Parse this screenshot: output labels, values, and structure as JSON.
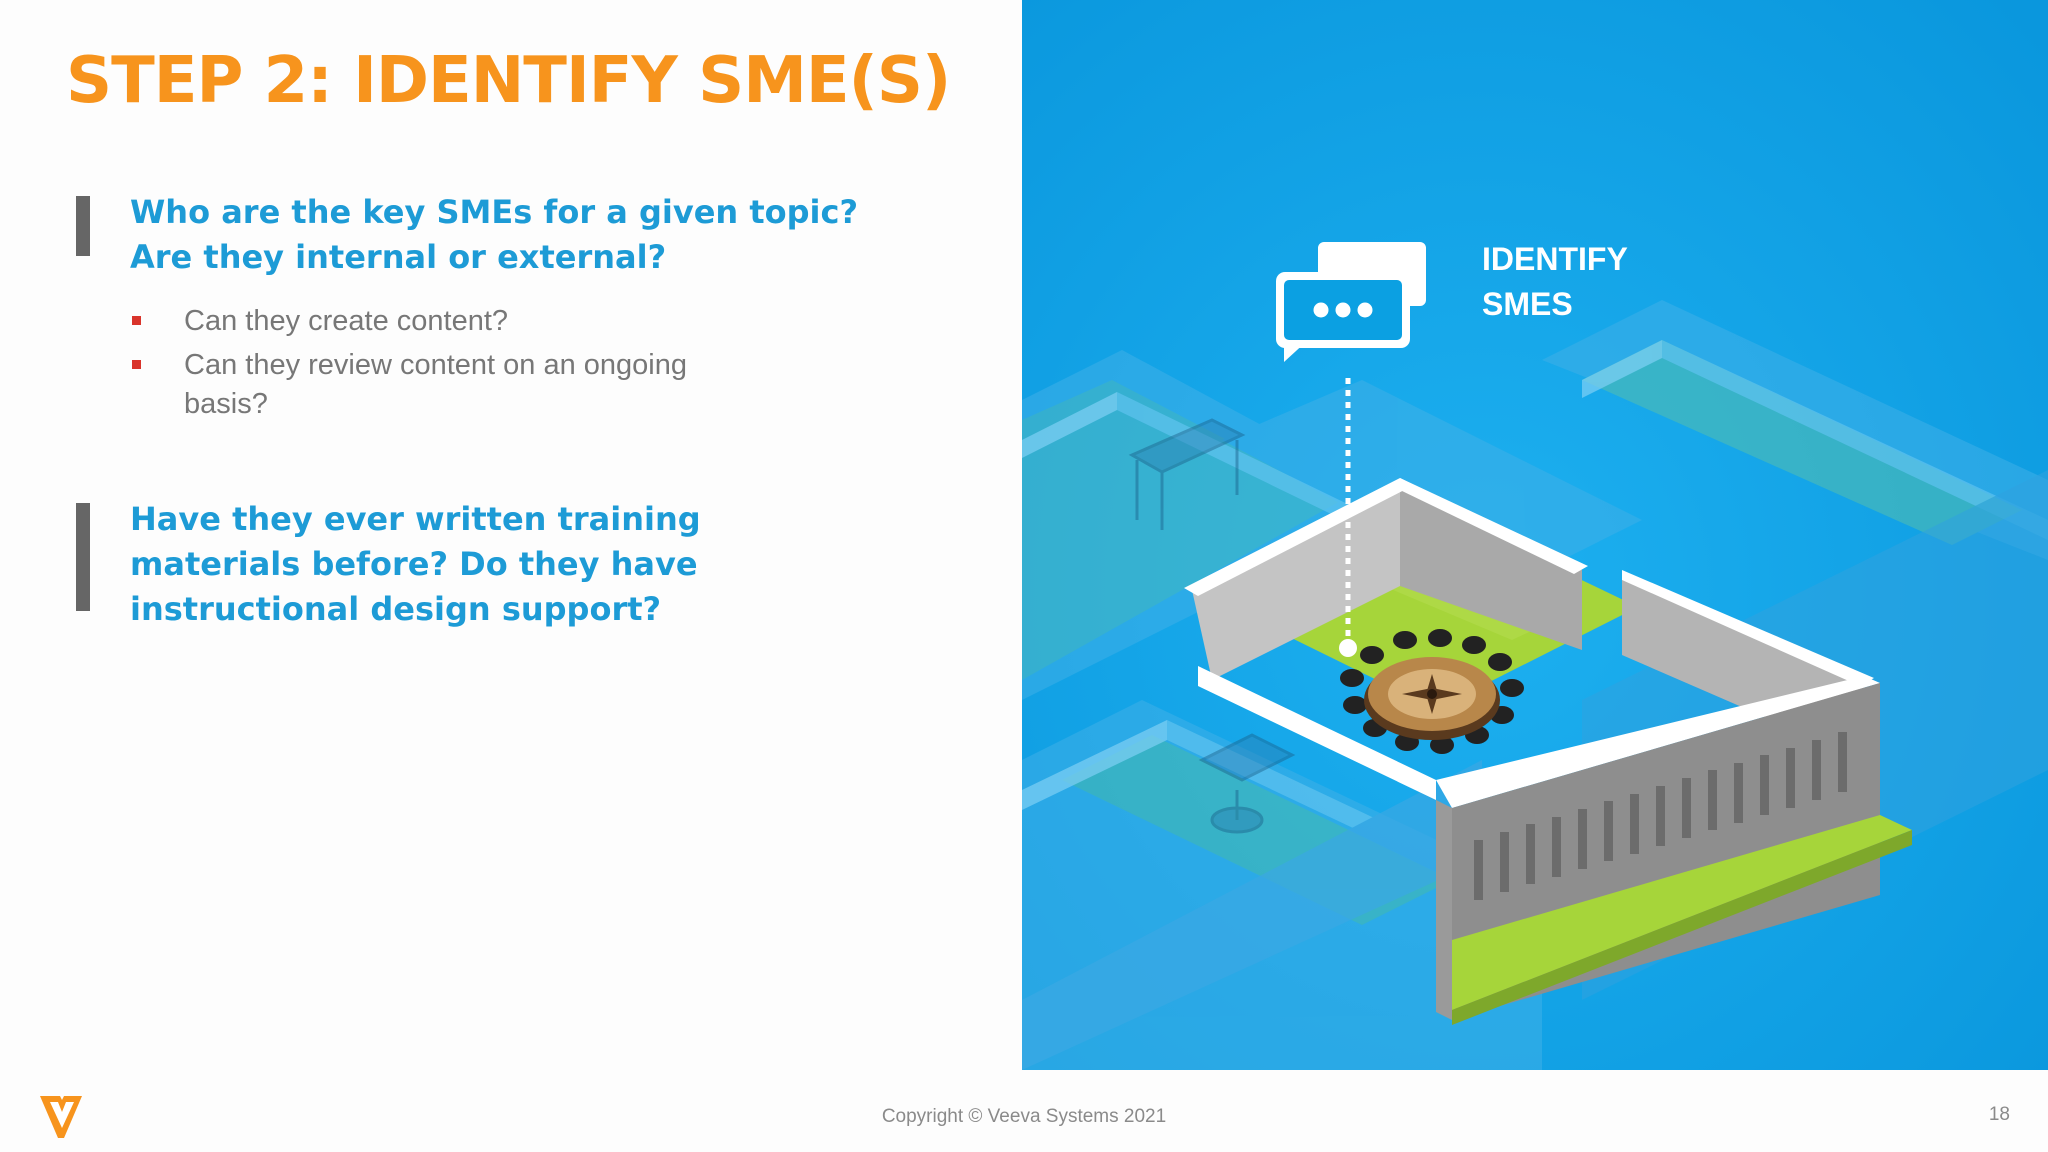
{
  "slide": {
    "title": "STEP 2: IDENTIFY SME(S)",
    "block1": {
      "question": "Who are the key SMEs for a given topic? Are they internal or external?",
      "bullets": [
        "Can they create content?",
        "Can they review content on an ongoing basis?"
      ]
    },
    "block2": {
      "question": "Have they ever written training materials before? Do they have instructional design support?"
    },
    "illustration": {
      "label_line1": "IDENTIFY",
      "label_line2": "SMES",
      "icon": "chat-bubbles-icon"
    },
    "footer": {
      "copyright": "Copyright © Veeva Systems 2021",
      "page_number": "18",
      "logo": "veeva-v-logo"
    },
    "colors": {
      "title": "#f7941d",
      "question": "#1d9bd6",
      "bullet_text": "#777777",
      "bullet_marker": "#d9342b",
      "scene_blue": "#0b9fe2",
      "floor_green": "#a5d33b"
    }
  }
}
